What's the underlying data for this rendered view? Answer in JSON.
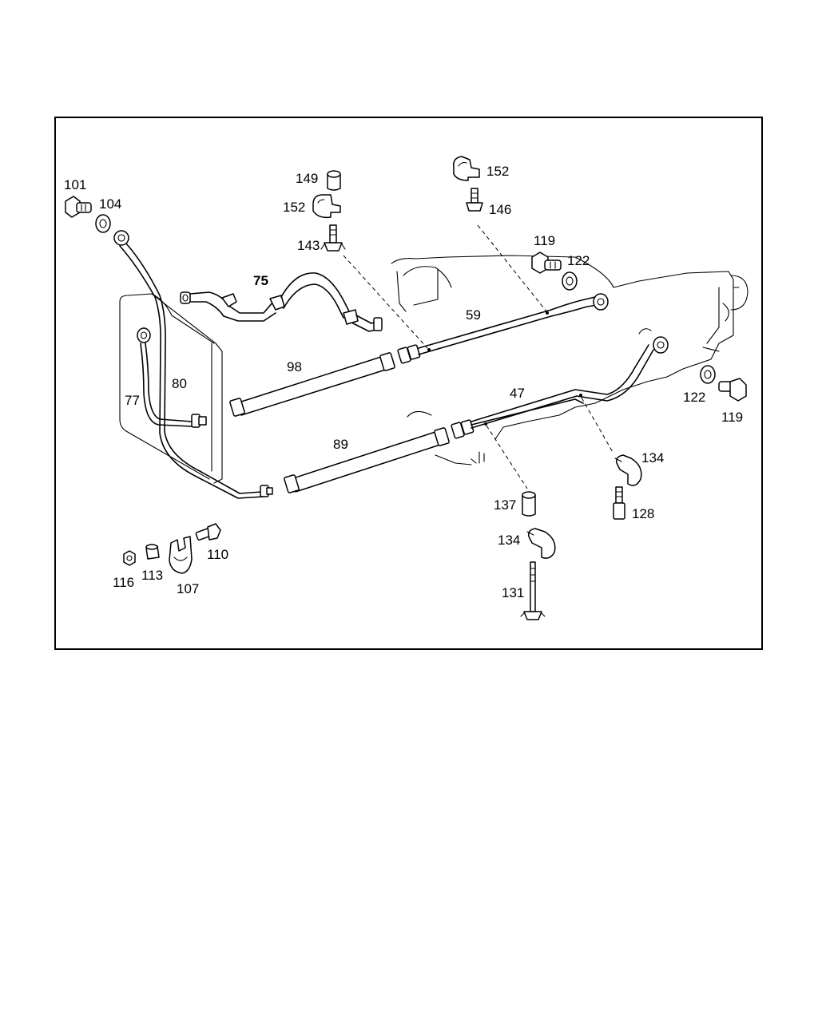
{
  "diagram": {
    "callouts": {
      "p101": "101",
      "p104": "104",
      "p75": "75",
      "p149": "149",
      "p152a": "152",
      "p143": "143",
      "p152b": "152",
      "p146": "146",
      "p119a": "119",
      "p122a": "122",
      "p59": "59",
      "p98": "98",
      "p80": "80",
      "p77": "77",
      "p47": "47",
      "p122b": "122",
      "p119b": "119",
      "p89": "89",
      "p134a": "134",
      "p137": "137",
      "p128": "128",
      "p134b": "134",
      "p131": "131",
      "p110": "110",
      "p116": "116",
      "p113": "113",
      "p107": "107"
    }
  }
}
